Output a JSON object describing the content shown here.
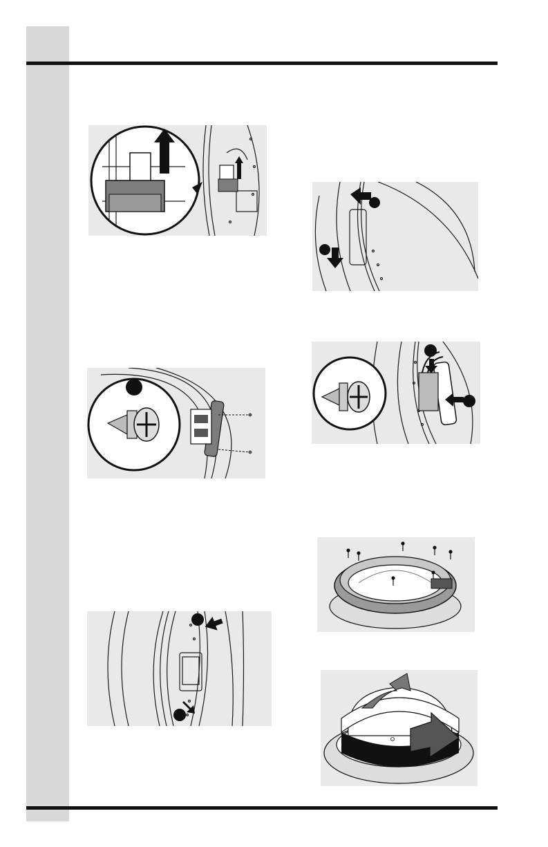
{
  "page": {
    "colors": {
      "side_tab": "#d8d8d8",
      "rule": "#111111",
      "figure_bg": "#e9e9e9",
      "line_art": "#1a1a1a"
    }
  },
  "figures": [
    {
      "id": "fig1",
      "description_icon": "latch-lift-arrow-icon"
    },
    {
      "id": "fig2",
      "description_icon": "door-panel-arrows-icon"
    },
    {
      "id": "fig3",
      "description_icon": "screw-removal-icon"
    },
    {
      "id": "fig4",
      "description_icon": "latch-connector-icon"
    },
    {
      "id": "fig5",
      "description_icon": "door-ring-screws-icon"
    },
    {
      "id": "fig6",
      "description_icon": "door-panel-callouts-icon"
    },
    {
      "id": "fig7",
      "description_icon": "gasket-rotate-icon"
    }
  ]
}
